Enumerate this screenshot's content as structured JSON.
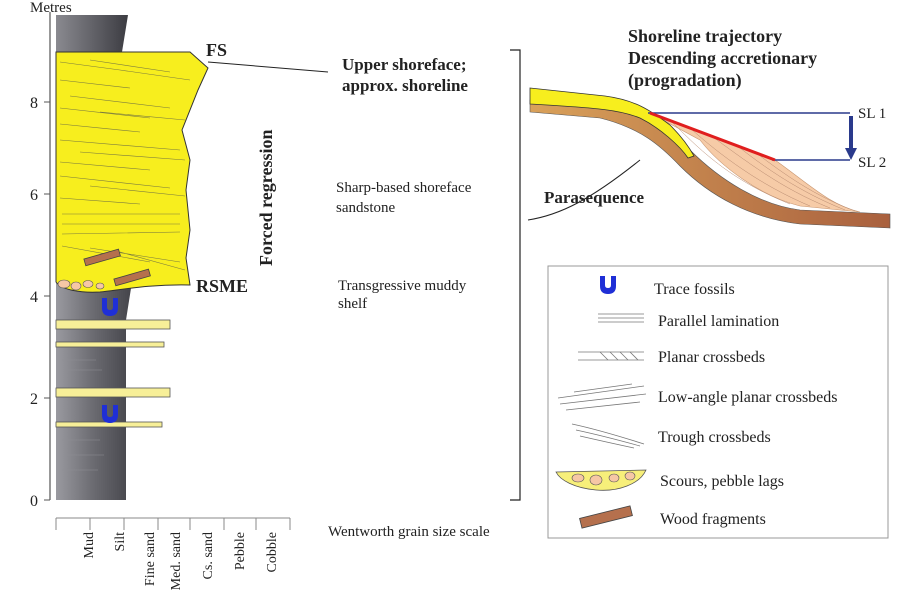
{
  "column": {
    "units": "Metres",
    "ticks": [
      "0",
      "2",
      "4",
      "6",
      "8"
    ],
    "grain_sizes": [
      "Mud",
      "Silt",
      "Fine sand",
      "Med. sand",
      "Cs. sand",
      "Pebble",
      "Cobble"
    ],
    "fs_label": "FS",
    "rsme_label": "RSME",
    "regression_label": "Forced regression"
  },
  "annotations": {
    "upper_shoreface": [
      "Upper shoreface;",
      "approx. shoreline"
    ],
    "sharp_based": [
      "Sharp-based shoreface",
      "sandstone"
    ],
    "transgressive": [
      "Transgressive muddy",
      "shelf"
    ],
    "wentworth": "Wentworth grain size scale"
  },
  "trajectory": {
    "title_lines": [
      "Shoreline trajectory",
      "Descending accretionary",
      "(progradation)"
    ],
    "sl1": "SL 1",
    "sl2": "SL 2",
    "parasequence": "Parasequence"
  },
  "legend": {
    "items": [
      {
        "key": "trace",
        "label": "Trace fossils"
      },
      {
        "key": "parallel",
        "label": "Parallel lamination"
      },
      {
        "key": "planar",
        "label": "Planar crossbeds"
      },
      {
        "key": "lowangle",
        "label": "Low-angle planar crossbeds"
      },
      {
        "key": "trough",
        "label": "Trough crossbeds"
      },
      {
        "key": "scours",
        "label": "Scours, pebble lags"
      },
      {
        "key": "wood",
        "label": "Wood fragments"
      }
    ]
  },
  "colors": {
    "sand": "#f7ee1e",
    "mud": "#6e6e73",
    "wood": "#b5704d",
    "trajectory": "#e01e1e",
    "sea_level": "#2a3a8c",
    "foreset": "#f6cba7",
    "fossil": "#1f2fd6"
  }
}
